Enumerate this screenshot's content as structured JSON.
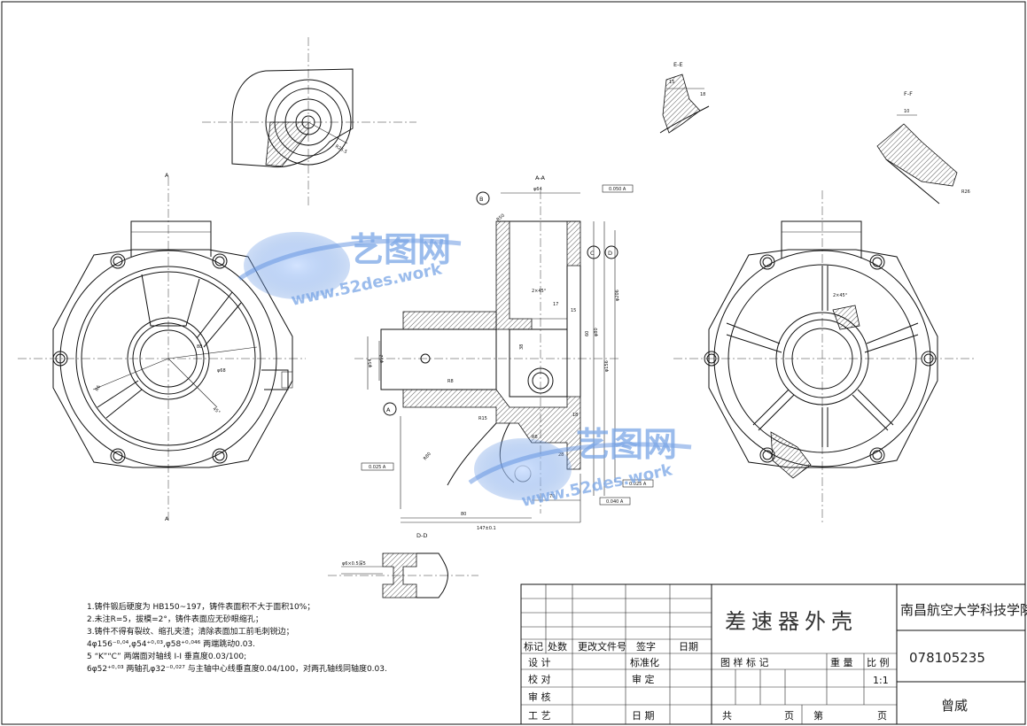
{
  "drawing": {
    "views": {
      "section_aa": "A-A",
      "section_dd": "D-D",
      "section_ee": "E-E",
      "section_ff": "F-F"
    },
    "datum_labels": [
      "B",
      "C",
      "D",
      "A"
    ],
    "dimensions": {
      "overall_length": "147±0.1",
      "length_1": "80",
      "length_2": "70",
      "flange_dia": "φ64",
      "dim_28": "28",
      "dim_17": "17",
      "dim_18": "18",
      "dim_15": "15",
      "dim_r8": "R8",
      "dim_r15": "R15",
      "dim_r6": "R6",
      "dim_60": "60",
      "dim_38": "38",
      "dim_r80": "R80",
      "dim_r50": "R50",
      "chamfer": "2×45°",
      "gt_1": "0.025 A",
      "gt_2": "0.025 A",
      "gt_3": "0.040 A",
      "gt_4": "0.050 A"
    },
    "watermark": {
      "brand": "艺图网",
      "url": "www.52des.work"
    },
    "notes": [
      "1.铸件锻后硬度为 HB150~197，铸件表面积不大于面积10%；",
      "2.未注R=5，拔模=2°，铸件表面应无砂眼缩孔；",
      "3.铸件不得有裂纹、缩孔夹渣；清除表面加工前毛刺锐边；",
      "4φ156⁻⁰·⁰⁴,φ54⁺⁰·⁰³,φ58⁺⁰·⁰⁴⁶ 两端跳动0.03.",
      "5 “K”“C” 两端面对轴线 I-I 垂直度0.03/100;",
      "6φ52⁺⁰·⁰³ 两轴孔φ32⁻⁰·⁰²⁷ 与主轴中心线垂直度0.04/100，对两孔轴线同轴度0.03."
    ]
  },
  "title_block": {
    "part_name": "差速器外壳",
    "school": "南昌航空大学科技学院",
    "drawing_number": "078105235",
    "designer": "曾威",
    "scale": "1:1",
    "rev_headers": [
      "标记",
      "处数",
      "更改文件号",
      "签字",
      "日期"
    ],
    "rows": {
      "design": "设 计",
      "check": "校 对",
      "review": "审 核",
      "process": "工 艺",
      "standard": "标准化",
      "approve": "审 定",
      "date": "日 期"
    },
    "stage_label": "图 样 标 记",
    "weight_label": "重 量",
    "scale_label": "比 例",
    "total_label": "共",
    "page_label": "页",
    "sheet_label": "第",
    "sheet_page_label": "页"
  }
}
